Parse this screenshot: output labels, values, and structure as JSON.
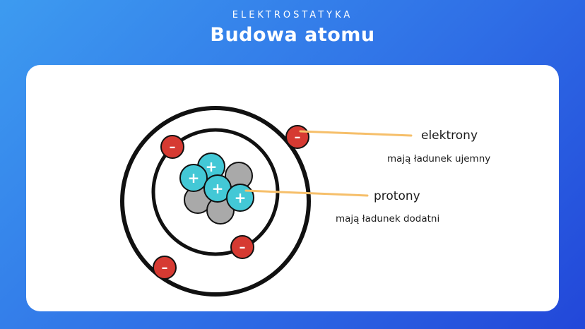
{
  "header": {
    "eyebrow": "ELEKTROSTATYKA",
    "title": "Budowa atomu"
  },
  "labels": {
    "electrons_title": "elektrony",
    "electrons_desc": "mają ładunek ujemny",
    "protons_title": "protony",
    "protons_desc": "mają ładunek dodatni"
  },
  "colors": {
    "electron": "#d63a32",
    "proton": "#43c8d6",
    "neutron": "#a9a9a9",
    "pointer": "#f6bf6a",
    "orbit": "#111111"
  },
  "symbols": {
    "electron_sign": "–",
    "proton_sign": "+"
  }
}
